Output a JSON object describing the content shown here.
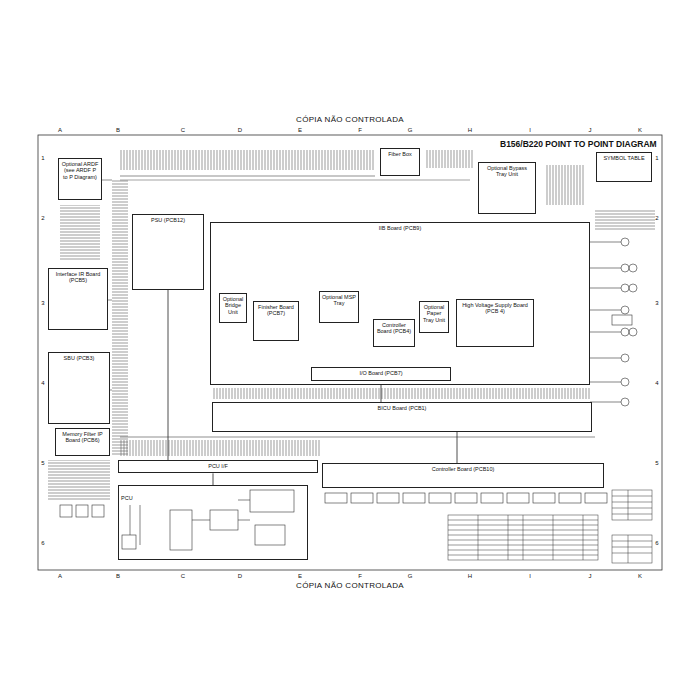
{
  "diagram": {
    "title": "B156/B220 POINT TO POINT DIAGRAM",
    "nodes": [
      {
        "text": [
          "Optional ARDF (see ARDF P to P Diagram)"
        ]
      },
      {
        "text": [
          "Interface IR Board (PCB5)"
        ]
      },
      {
        "text": [
          "SBU (PCB3)"
        ]
      },
      {
        "text": [
          "Memory Filter IP Board (PCB6)"
        ]
      },
      {
        "text": [
          "PSU (PCB12)"
        ]
      },
      {
        "text": [
          "IIB Board (PCB9)"
        ]
      },
      {
        "text": [
          "Optional Bridge Unit"
        ],
        "in": 5
      },
      {
        "text": [
          "Finisher Board (PCB7)"
        ],
        "in": 5
      },
      {
        "text": [
          "Optional MSP Tray"
        ],
        "in": 5
      },
      {
        "text": [
          "Controller Board (PCB4)"
        ],
        "in": 5
      },
      {
        "text": [
          "Optional Paper Tray Unit"
        ],
        "in": 5
      },
      {
        "text": [
          "High Voltage Supply Board (PCB 4)"
        ],
        "in": 5
      },
      {
        "text": [
          "I/O Board (PCB7)"
        ],
        "in": 5
      },
      {
        "text": [
          "BICU Board (PCB1)"
        ]
      },
      {
        "text": [
          "PCU I/F"
        ]
      },
      {
        "text": [
          "Controller Board (PCB10)"
        ]
      },
      {
        "text": [
          "PCU"
        ]
      },
      {
        "text": [
          "Optional Bypass Tray Unit"
        ]
      },
      {
        "text": [
          "Fiber Box"
        ]
      },
      {
        "text": [
          "SYMBOL TABLE"
        ]
      }
    ],
    "edges": [
      {
        "from": 14,
        "to": 16,
        "arrow": "none"
      },
      {
        "from": 13,
        "to": 15,
        "arrow": "none"
      },
      {
        "from": 12,
        "to": 13,
        "arrow": "none"
      },
      {
        "from": 4,
        "to": 14,
        "arrow": "none"
      }
    ],
    "labels": [
      "CÓPIA NÃO CONTROLADA",
      "CÓPIA NÃO CONTROLADA",
      "A",
      "B",
      "C",
      "D",
      "E",
      "F",
      "G",
      "H",
      "I",
      "J",
      "K",
      "A",
      "B",
      "C",
      "D",
      "E",
      "F",
      "G",
      "H",
      "I",
      "J",
      "K",
      "1",
      "2",
      "3",
      "4",
      "5",
      "6",
      "1",
      "2",
      "3",
      "4",
      "5",
      "6"
    ]
  }
}
